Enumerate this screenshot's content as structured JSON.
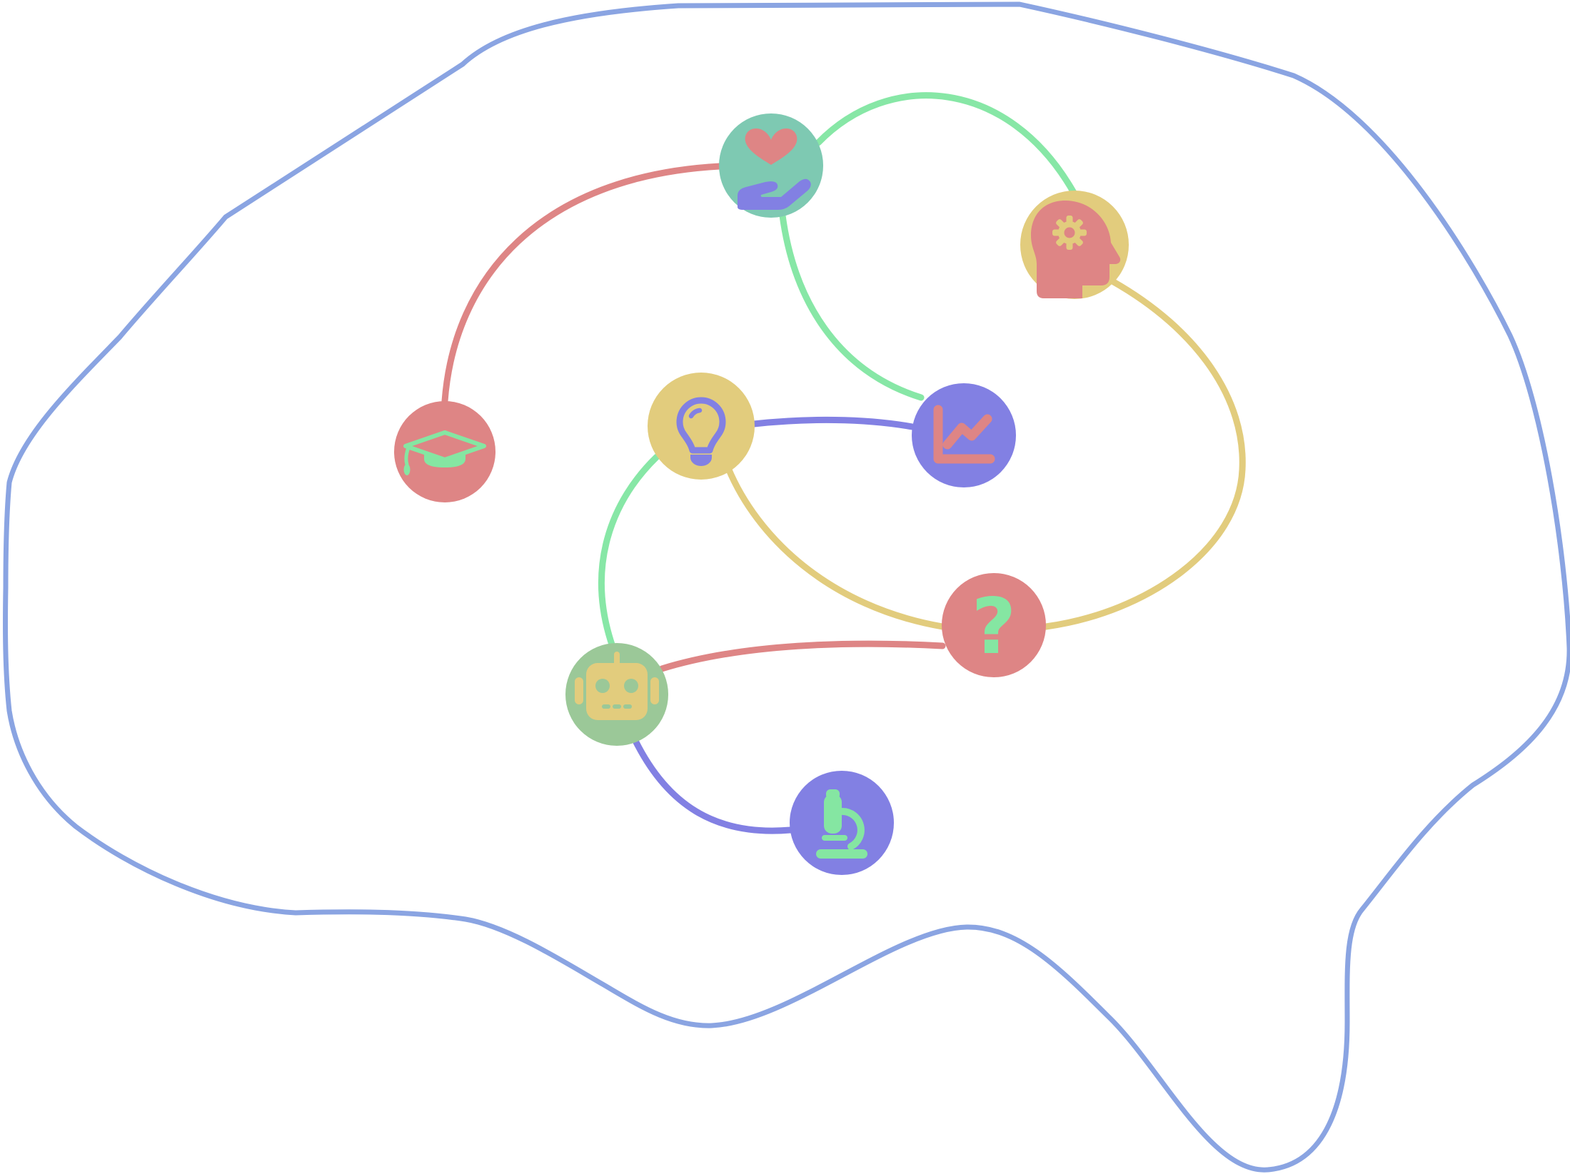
{
  "colors": {
    "blue": "#8AA4E2",
    "red": "#DE8585",
    "yellow": "#E2CC7D",
    "green": "#87E7A6",
    "teal": "#7EC9B2",
    "purple": "#8280E3",
    "sage": "#9BC898",
    "mint": "#85E6A2",
    "background": "#FFFFFF"
  },
  "glyphs": {
    "question_mark": "?"
  },
  "diagram": {
    "figure": "brain-outline-concept-map",
    "nodes": [
      {
        "id": "heart-in-hand",
        "icon": "heart-in-hand-icon",
        "circle_color": "teal"
      },
      {
        "id": "head-with-gear",
        "icon": "head-gear-icon",
        "circle_color": "yellow"
      },
      {
        "id": "graduation-cap",
        "icon": "graduation-cap-icon",
        "circle_color": "red"
      },
      {
        "id": "lightbulb",
        "icon": "lightbulb-icon",
        "circle_color": "yellow"
      },
      {
        "id": "line-chart",
        "icon": "line-chart-icon",
        "circle_color": "purple"
      },
      {
        "id": "question-mark",
        "icon": "question-mark-icon",
        "circle_color": "red"
      },
      {
        "id": "robot",
        "icon": "robot-icon",
        "circle_color": "sage"
      },
      {
        "id": "microscope",
        "icon": "microscope-icon",
        "circle_color": "purple"
      }
    ],
    "edges": [
      {
        "from": "graduation-cap",
        "to": "heart-in-hand",
        "color": "red"
      },
      {
        "from": "heart-in-hand",
        "to": "head-with-gear",
        "color": "green"
      },
      {
        "from": "heart-in-hand",
        "to": "line-chart",
        "color": "green"
      },
      {
        "from": "lightbulb",
        "to": "line-chart",
        "color": "purple"
      },
      {
        "from": "lightbulb",
        "to": "question-mark",
        "color": "yellow"
      },
      {
        "from": "lightbulb",
        "to": "robot",
        "color": "green"
      },
      {
        "from": "robot",
        "to": "question-mark",
        "color": "red"
      },
      {
        "from": "robot",
        "to": "microscope",
        "color": "purple"
      },
      {
        "from": "head-with-gear",
        "to": "question-mark",
        "color": "yellow"
      }
    ]
  }
}
